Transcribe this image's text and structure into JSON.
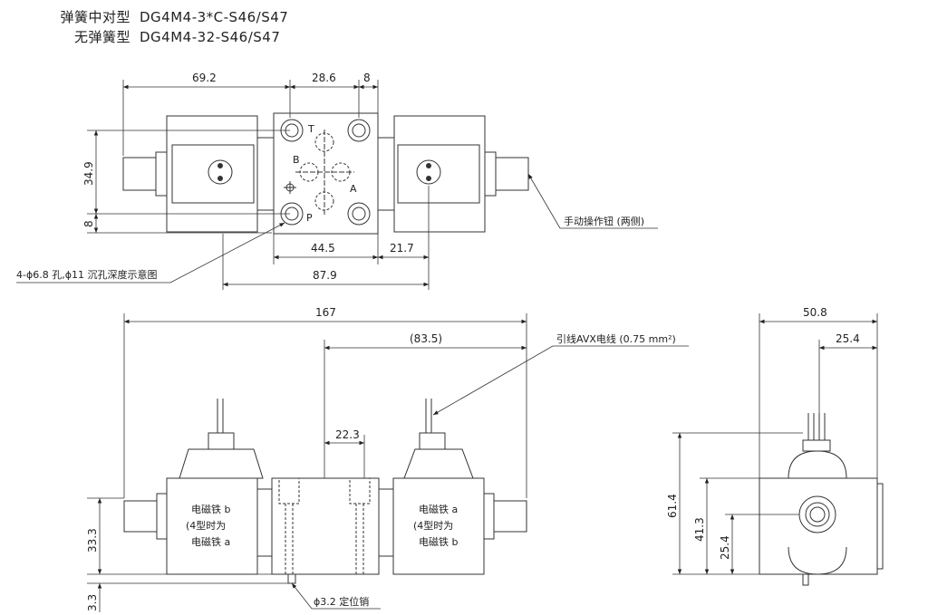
{
  "header": {
    "rows": [
      {
        "label": "弹簧中对型",
        "model": "DG4M4-3*C-S46/S47"
      },
      {
        "label": "无弹簧型",
        "model": "DG4M4-32-S46/S47"
      }
    ]
  },
  "top_view": {
    "dims": {
      "d69_2": "69.2",
      "d28_6": "28.6",
      "d8_top": "8",
      "d34_9": "34.9",
      "d8_left": "8",
      "d44_5": "44.5",
      "d21_7": "21.7",
      "d87_9": "87.9"
    },
    "port_labels": {
      "T": "T",
      "B": "B",
      "A": "A",
      "P": "P"
    },
    "notes": {
      "manual_button": "手动操作钮 (两侧)",
      "holes": "4-ϕ6.8 孔,ϕ11 沉孔深度示意图"
    }
  },
  "front_view": {
    "dims": {
      "d167": "167",
      "d83_5": "(83.5)",
      "d22_3": "22.3",
      "d33_3": "33.3",
      "d3_3": "3.3"
    },
    "notes": {
      "lead_wire": "引线AVX电线 (0.75 mm²)",
      "pin": "ϕ3.2 定位销"
    },
    "solenoid_b": {
      "l1": "电磁铁 b",
      "l2": "(4型时为",
      "l3": "电磁铁 a"
    },
    "solenoid_a": {
      "l1": "电磁铁 a",
      "l2": "(4型时为",
      "l3": "电磁铁 b"
    }
  },
  "side_view": {
    "dims": {
      "d50_8": "50.8",
      "d25_4_top": "25.4",
      "d61_4": "61.4",
      "d41_3": "41.3",
      "d25_4": "25.4"
    }
  }
}
